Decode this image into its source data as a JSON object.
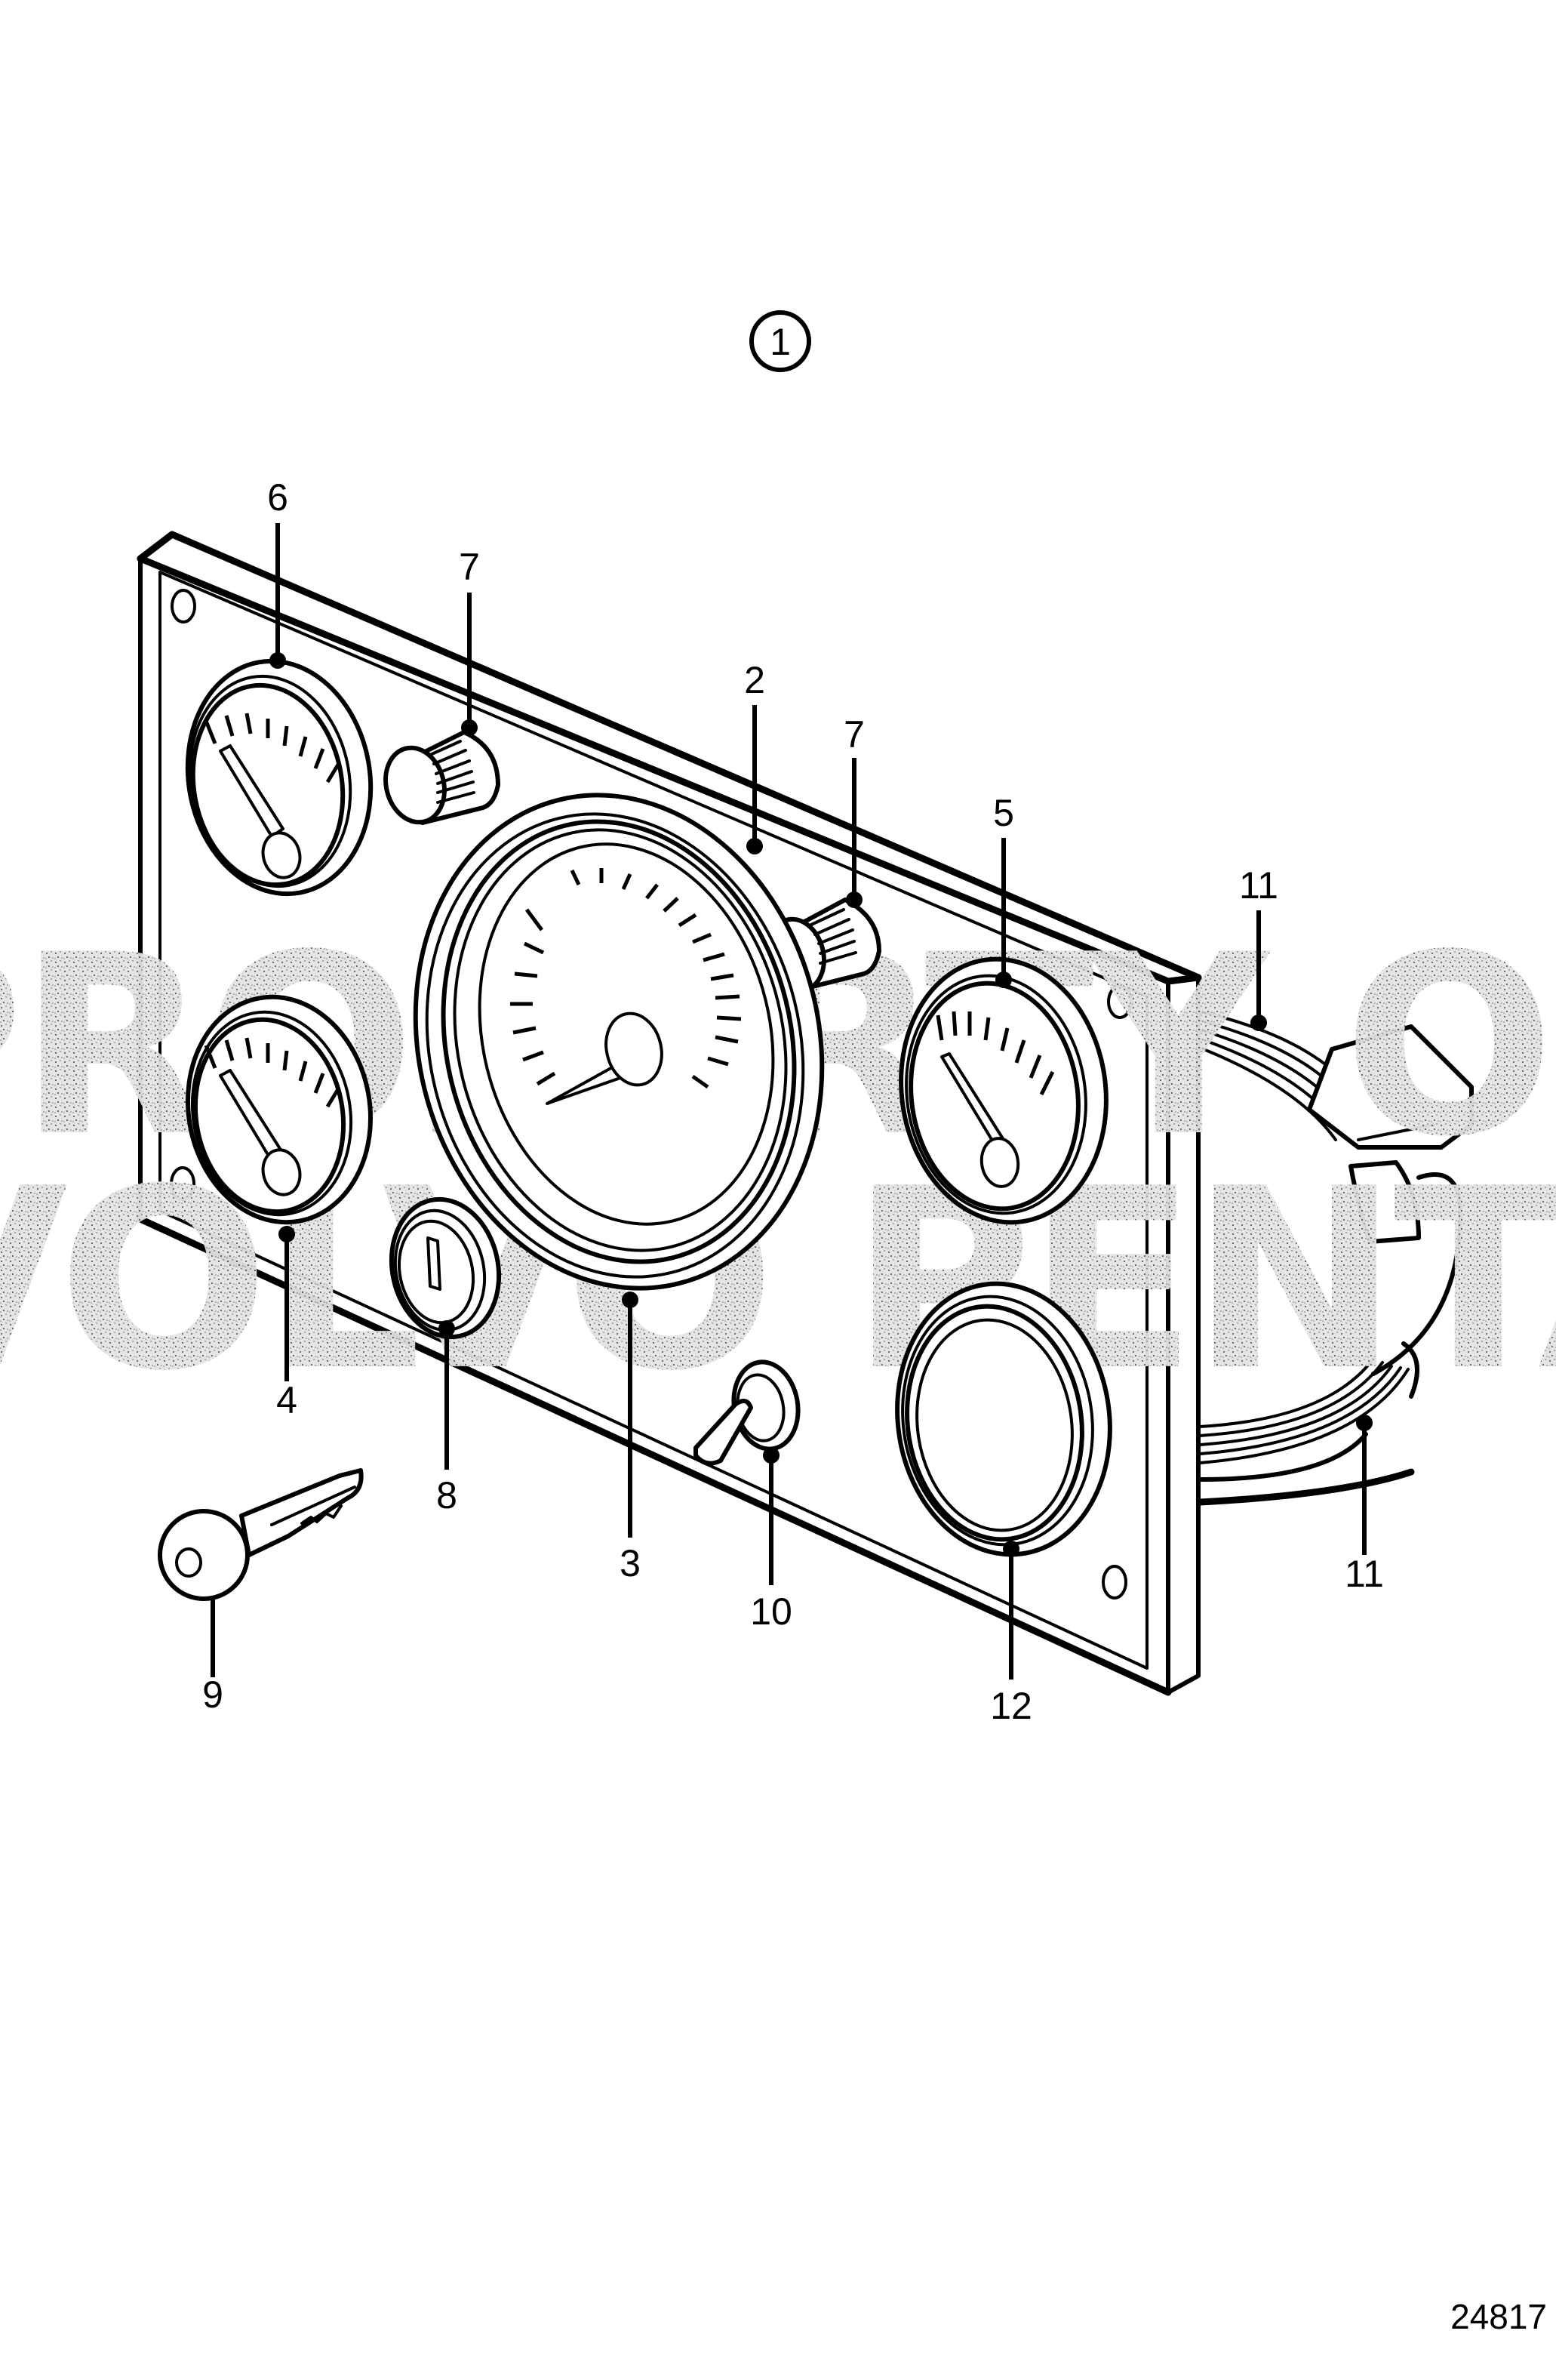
{
  "figure": {
    "group_number": "1",
    "reference_number": "24817",
    "watermark": {
      "line1": "PROPERTY OF",
      "line2": "VOLVO PENTA"
    }
  },
  "callouts": [
    {
      "label": "2",
      "part": "instrument-panel"
    },
    {
      "label": "3",
      "part": "tachometer"
    },
    {
      "label": "4",
      "part": "gauge-lower-left"
    },
    {
      "label": "5",
      "part": "gauge-right"
    },
    {
      "label": "6",
      "part": "gauge-upper-left"
    },
    {
      "label": "7",
      "part": "knob-left"
    },
    {
      "label": "7",
      "part": "knob-right"
    },
    {
      "label": "8",
      "part": "ignition-switch"
    },
    {
      "label": "9",
      "part": "key"
    },
    {
      "label": "10",
      "part": "toggle-switch"
    },
    {
      "label": "11",
      "part": "wiring-harness"
    },
    {
      "label": "11",
      "part": "harness-connector"
    },
    {
      "label": "12",
      "part": "blank-gauge"
    }
  ]
}
